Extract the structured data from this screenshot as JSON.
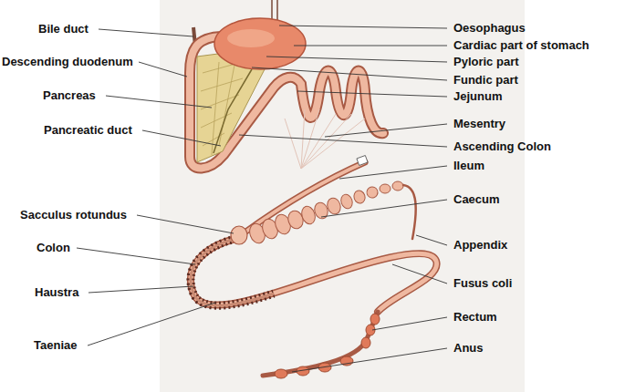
{
  "diagram": {
    "labels": [
      "Bile duct",
      "Descending duodenum",
      "Pancreas",
      "Pancreatic duct",
      "Sacculus rotundus",
      "Colon",
      "Haustra",
      "Taeniae",
      "Oesophagus",
      "Cardiac part of stomach",
      "Pyloric part",
      "Fundic part",
      "Jejunum",
      "Mesentry",
      "Ascending Colon",
      "Ileum",
      "Caecum",
      "Appendix",
      "Fusus coli",
      "Rectum",
      "Anus"
    ]
  }
}
